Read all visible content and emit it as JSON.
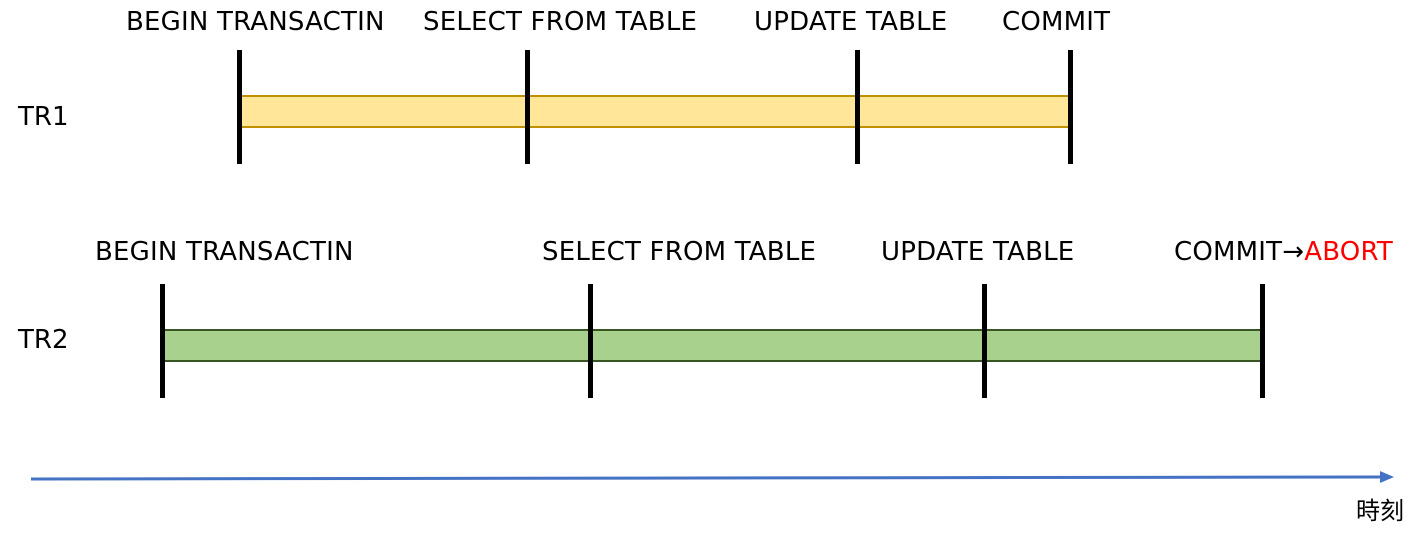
{
  "tr1": {
    "label": "TR1",
    "events": [
      "BEGIN TRANSACTIN",
      "SELECT FROM TABLE",
      "UPDATE TABLE",
      "COMMIT"
    ],
    "bar_fill": "#ffe699",
    "bar_border": "#bf9000"
  },
  "tr2": {
    "label": "TR2",
    "events": [
      "BEGIN TRANSACTIN",
      "SELECT FROM TABLE",
      "UPDATE TABLE"
    ],
    "commit_label": "COMMIT",
    "arrow": "→",
    "abort_label": "ABORT",
    "abort_color": "#ff0000",
    "bar_fill": "#a9d18e",
    "bar_border": "#375623"
  },
  "timeline": {
    "label": "時刻",
    "color": "#4472c4"
  }
}
